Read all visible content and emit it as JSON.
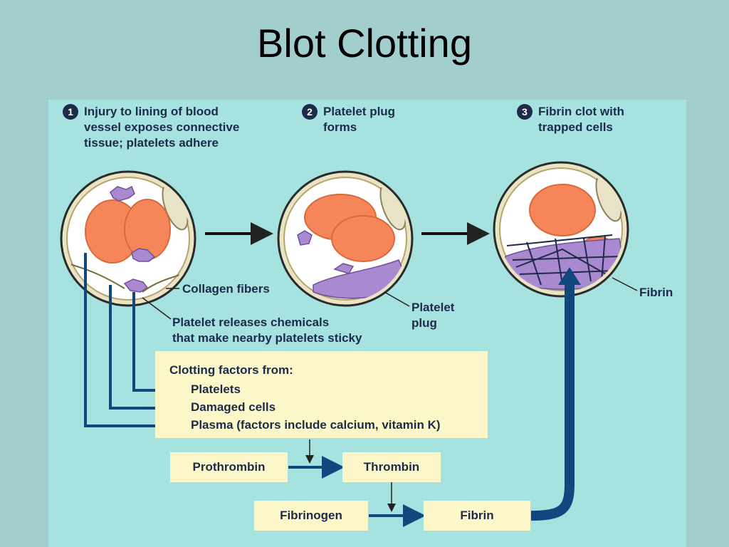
{
  "title": "Blot Clotting",
  "steps": [
    {
      "number": "1",
      "text": "Injury to lining of blood\nvessel exposes connective\ntissue; platelets adhere"
    },
    {
      "number": "2",
      "text": "Platelet plug\nforms"
    },
    {
      "number": "3",
      "text": "Fibrin clot with\ntrapped cells"
    }
  ],
  "labels": {
    "collagen": "Collagen fibers",
    "platelet_release": "Platelet releases chemicals\nthat make nearby platelets sticky",
    "platelet_plug": "Platelet\nplug",
    "fibrin_label": "Fibrin"
  },
  "factors": {
    "heading": "Clotting factors from:",
    "items": [
      "Platelets",
      "Damaged cells",
      "Plasma (factors include calcium, vitamin K)"
    ]
  },
  "cascade": {
    "prothrombin": "Prothrombin",
    "thrombin": "Thrombin",
    "fibrinogen": "Fibrinogen",
    "fibrin": "Fibrin"
  },
  "colors": {
    "background": "#a2cfcd",
    "panel": "#a6e2df",
    "box": "#fbf7c8",
    "arrow": "#10487e",
    "red_cell": "#f6865a",
    "platelet": "#a98ad0",
    "text": "#1e2a4a"
  }
}
